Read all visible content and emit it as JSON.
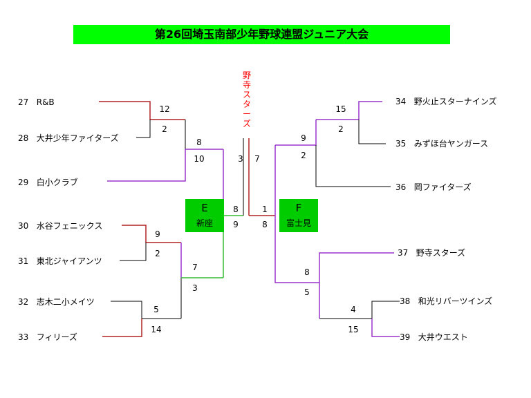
{
  "title": "第26回埼玉南部少年野球連盟ジュニア大会",
  "colors": {
    "red": "#b22222",
    "purple": "#9933cc",
    "green": "#33bb33",
    "black": "#000000",
    "title_bg": "#00ff00",
    "box_bg": "#00cc00",
    "champion": "#ff0000"
  },
  "teams": [
    {
      "no": "27",
      "name": "R&B"
    },
    {
      "no": "28",
      "name": "大井少年ファイターズ"
    },
    {
      "no": "29",
      "name": "白小クラブ"
    },
    {
      "no": "30",
      "name": "水谷フェニックス"
    },
    {
      "no": "31",
      "name": "東北ジャイアンツ"
    },
    {
      "no": "32",
      "name": "志木二小メイツ"
    },
    {
      "no": "33",
      "name": "フィリーズ"
    },
    {
      "no": "34",
      "name": "野火止スターナインズ"
    },
    {
      "no": "35",
      "name": "みずほ台ヤンガース"
    },
    {
      "no": "36",
      "name": "岡ファイターズ"
    },
    {
      "no": "37",
      "name": "野寺スターズ"
    },
    {
      "no": "38",
      "name": "和光リバーツインズ"
    },
    {
      "no": "39",
      "name": "大井ウエスト"
    }
  ],
  "scores": {
    "s27": "12",
    "s28": "2",
    "r2a_top": "8",
    "r2a_bot": "10",
    "s30": "9",
    "s31": "2",
    "s32": "5",
    "s33": "14",
    "r2b_top": "7",
    "r2b_bot": "3",
    "e_top": "8",
    "e_bot": "9",
    "final_left": "3",
    "final_right": "7",
    "f_top": "1",
    "f_bot": "8",
    "s34": "15",
    "s35": "2",
    "r2c_top": "9",
    "r2c_bot": "2",
    "r2d_top": "8",
    "r2d_bot": "5",
    "s38": "4",
    "s39": "15"
  },
  "blocks": {
    "e": {
      "letter": "E",
      "place": "新座"
    },
    "f": {
      "letter": "F",
      "place": "富士見"
    }
  },
  "champion": "野寺スターズ"
}
